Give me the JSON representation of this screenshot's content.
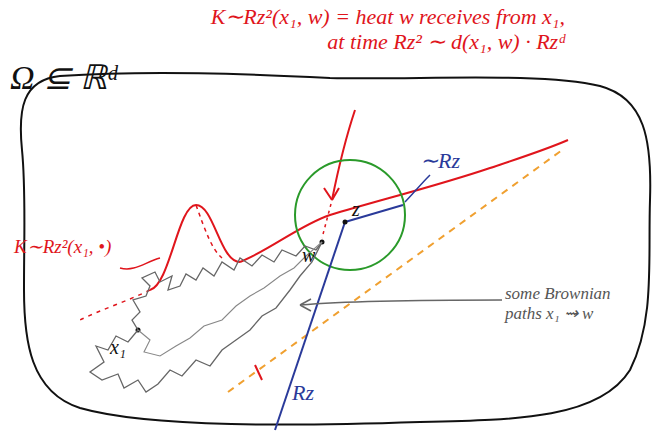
{
  "diagram": {
    "labels": [
      "Ω ⊆ ℝᵈ",
      "K∼Rz²(x₁, w) = heat w receives from x₁, at time Rz² ∼ d(x₁, w) · Rzᵈ",
      "K∼Rz²(x₁, •)",
      "∼Rz",
      "Rz",
      "w",
      "z",
      "x₁",
      "some Brownian paths x₁ ⇝ w"
    ]
  }
}
